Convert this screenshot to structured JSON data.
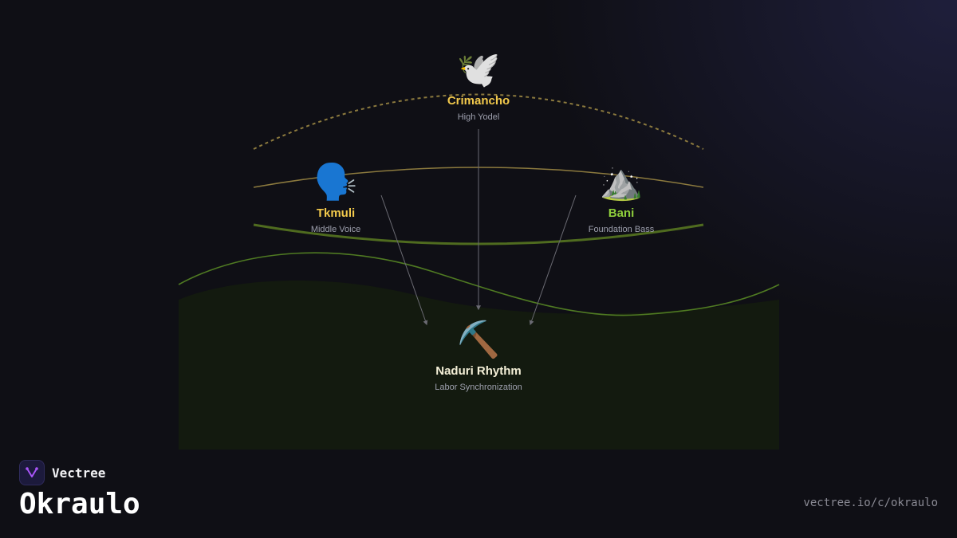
{
  "diagram": {
    "nodes": {
      "crimancho": {
        "emoji": "🕊️",
        "name": "Crimancho",
        "subtitle": "High Yodel",
        "color": "#f2c94c"
      },
      "tkmuli": {
        "emoji": "🗣️",
        "name": "Tkmuli",
        "subtitle": "Middle Voice",
        "color": "#f2c94c"
      },
      "bani": {
        "emoji": "⛰️",
        "name": "Bani",
        "subtitle": "Foundation Bass",
        "color": "#8fcf3c"
      },
      "naduri": {
        "emoji": "⛏️",
        "name": "Naduri Rhythm",
        "subtitle": "Labor Synchronization",
        "color": "#f5f0d8"
      }
    },
    "colors": {
      "high_arc": "#8c7a3e",
      "middle_arc": "#8c7a3e",
      "bass_arc": "#4f6b1f",
      "wave": "#4f7a22",
      "ground": "#131a0f",
      "connector": "#6a6a72"
    }
  },
  "footer": {
    "brand": "Vectree",
    "title": "Okraulo",
    "url": "vectree.io/c/okraulo",
    "logo_icon": "tree-branch-icon",
    "logo_color": "#a855f7"
  }
}
